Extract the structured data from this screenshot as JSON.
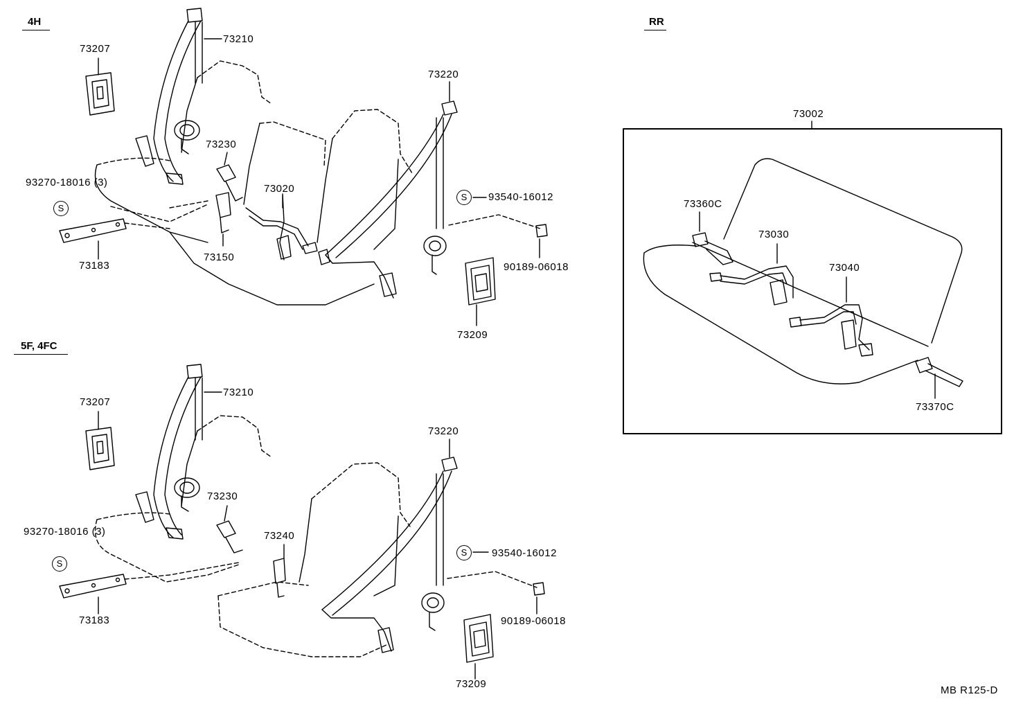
{
  "sections": {
    "top_left": "4H",
    "bottom_left": "5F, 4FC",
    "right": "RR"
  },
  "symbols": {
    "s_mark": "S"
  },
  "parts_4h": {
    "p73207": "73207",
    "p73210": "73210",
    "p73220": "73220",
    "p73230": "73230",
    "p73020": "73020",
    "p93270": "93270-18016 (3)",
    "p93540": "93540-16012",
    "p73183": "73183",
    "p73150": "73150",
    "p90189": "90189-06018",
    "p73209": "73209"
  },
  "parts_5f": {
    "p73207": "73207",
    "p73210": "73210",
    "p73220": "73220",
    "p73230": "73230",
    "p73240": "73240",
    "p93270": "93270-18016 (3)",
    "p93540": "93540-16012",
    "p73183": "73183",
    "p90189": "90189-06018",
    "p73209": "73209"
  },
  "parts_rr": {
    "p73002": "73002",
    "p73360c": "73360C",
    "p73030": "73030",
    "p73040": "73040",
    "p73370c": "73370C"
  },
  "diagram_code": "MB R125-D"
}
